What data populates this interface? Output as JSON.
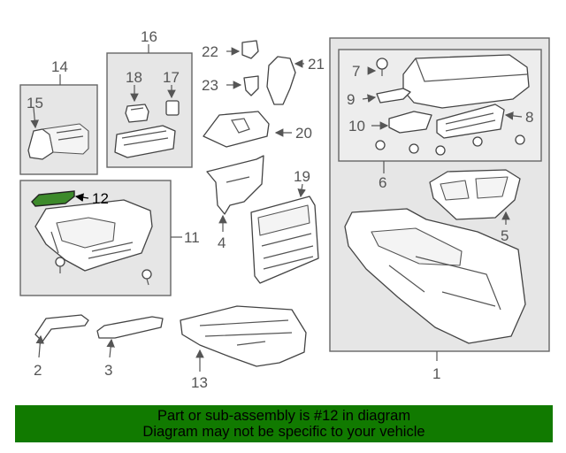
{
  "callouts": {
    "c1": "1",
    "c2": "2",
    "c3": "3",
    "c4": "4",
    "c5": "5",
    "c6": "6",
    "c7": "7",
    "c8": "8",
    "c9": "9",
    "c10": "10",
    "c11": "11",
    "c12": "12",
    "c13": "13",
    "c14": "14",
    "c15": "15",
    "c16": "16",
    "c17": "17",
    "c18": "18",
    "c19": "19",
    "c20": "20",
    "c21": "21",
    "c22": "22",
    "c23": "23"
  },
  "highlighted_part": "12",
  "footer": {
    "line1": "Part or sub-assembly is #12 in diagram",
    "line2": "Diagram may not be specific to your vehicle"
  },
  "colors": {
    "footer_bg": "#117a00",
    "highlight_part": "#3d8a2b",
    "group_box": "#e6e6e6"
  }
}
